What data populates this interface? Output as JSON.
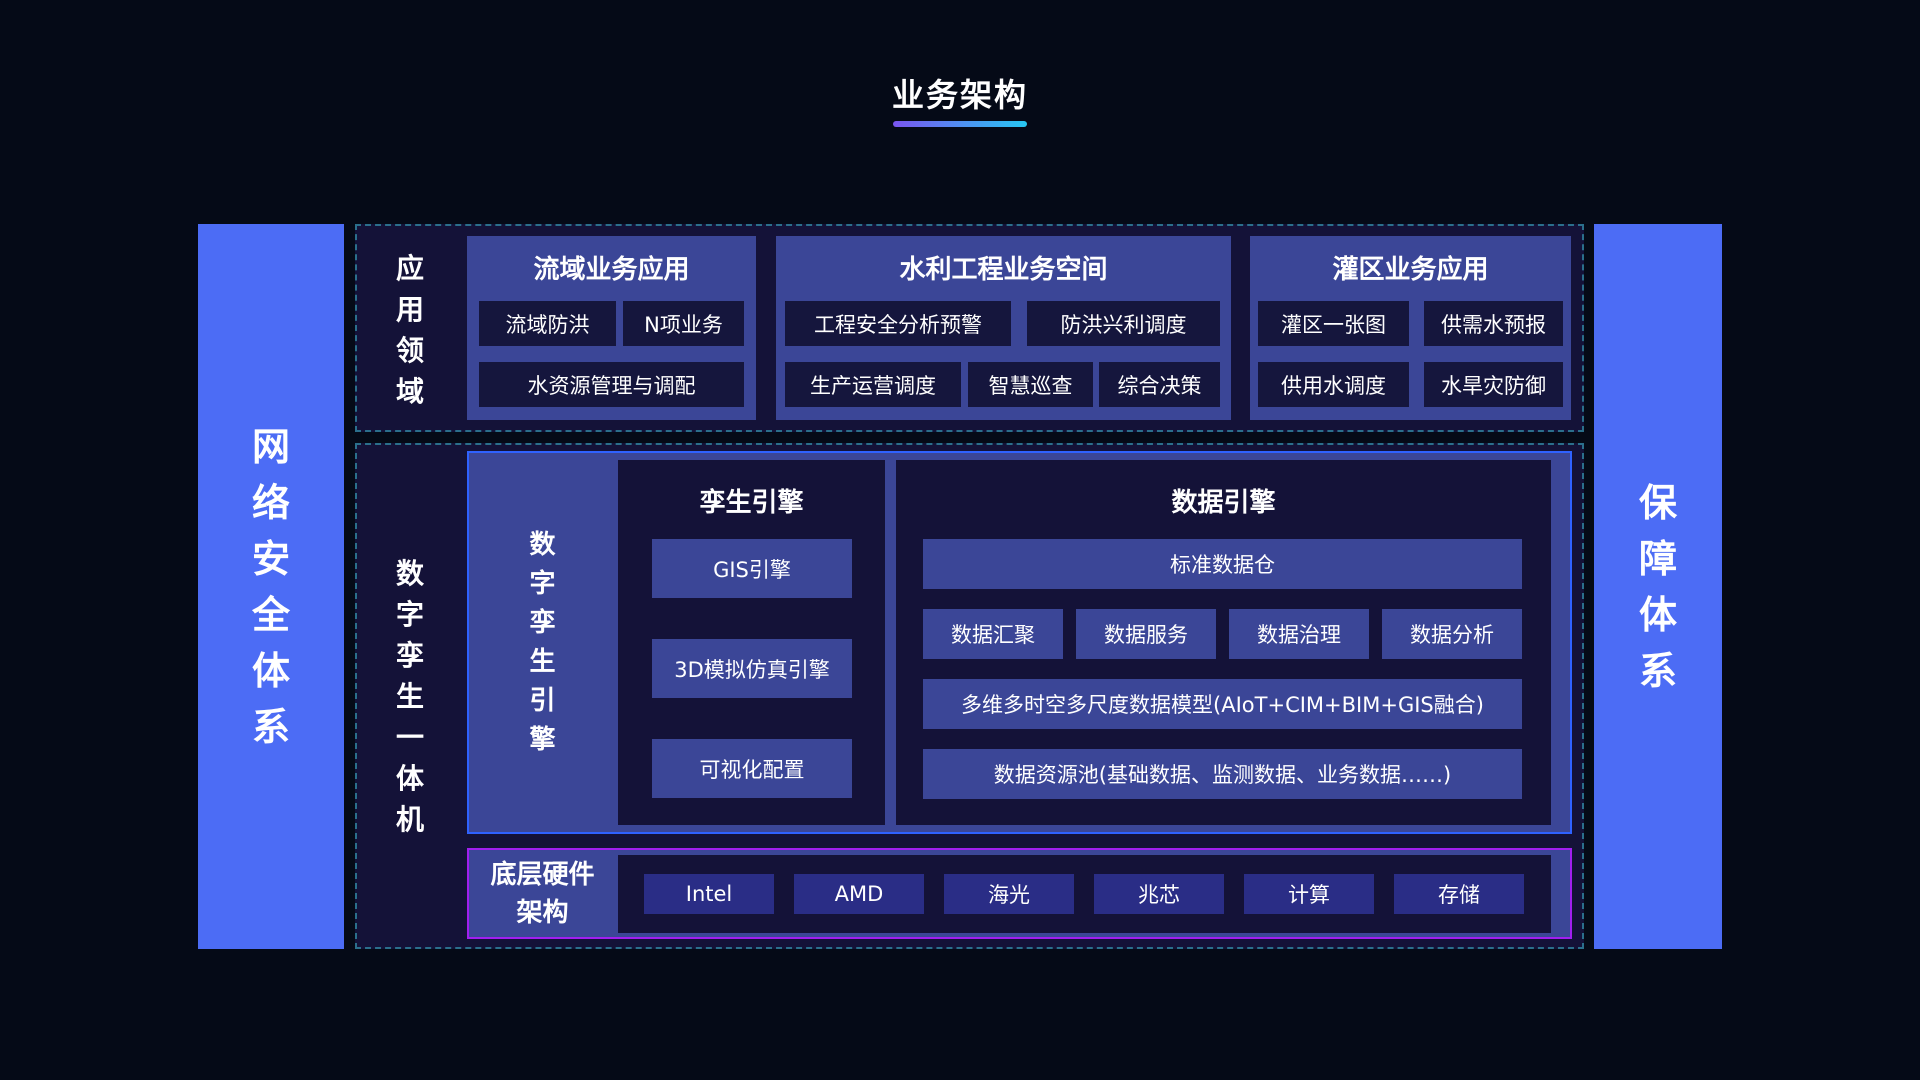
{
  "title": "业务架构",
  "left_bar": {
    "chars": [
      "网",
      "络",
      "安",
      "全",
      "体",
      "系"
    ]
  },
  "right_bar": {
    "chars": [
      "保",
      "障",
      "体",
      "系"
    ]
  },
  "app_layer": {
    "label_chars": [
      "应",
      "用",
      "领",
      "域"
    ],
    "groups": [
      {
        "title": "流域业务应用",
        "items": [
          "流域防洪",
          "N项业务",
          "水资源管理与调配"
        ]
      },
      {
        "title": "水利工程业务空间",
        "items": [
          "工程安全分析预警",
          "防洪兴利调度",
          "生产运营调度",
          "智慧巡查",
          "综合决策"
        ]
      },
      {
        "title": "灌区业务应用",
        "items": [
          "灌区一张图",
          "供需水预报",
          "供用水调度",
          "水旱灾防御"
        ]
      }
    ]
  },
  "twin_layer": {
    "label_chars": [
      "数",
      "字",
      "孪",
      "生",
      "一",
      "体",
      "机"
    ],
    "engine_label_chars": [
      "数",
      "字",
      "孪",
      "生",
      "引",
      "擎"
    ],
    "twin_engine": {
      "title": "孪生引擎",
      "items": [
        "GIS引擎",
        "3D模拟仿真引擎",
        "可视化配置"
      ]
    },
    "data_engine": {
      "title": "数据引擎",
      "warehouse": "标准数据仓",
      "services": [
        "数据汇聚",
        "数据服务",
        "数据治理",
        "数据分析"
      ],
      "model": "多维多时空多尺度数据模型(AIoT+CIM+BIM+GIS融合)",
      "pool": "数据资源池(基础数据、监测数据、业务数据……)"
    },
    "hardware": {
      "label_line1": "底层硬件",
      "label_line2": "架构",
      "items": [
        "Intel",
        "AMD",
        "海光",
        "兆芯",
        "计算",
        "存储"
      ]
    }
  },
  "colors": {
    "background": "#050a17",
    "side_bar": "#4c6cf5",
    "panel_dark": "#141238",
    "panel_mid": "#3b4697",
    "hardware_border": "#a11ff0",
    "twin_border": "#2f62ff",
    "dashed_border": "#2b6f8c"
  }
}
